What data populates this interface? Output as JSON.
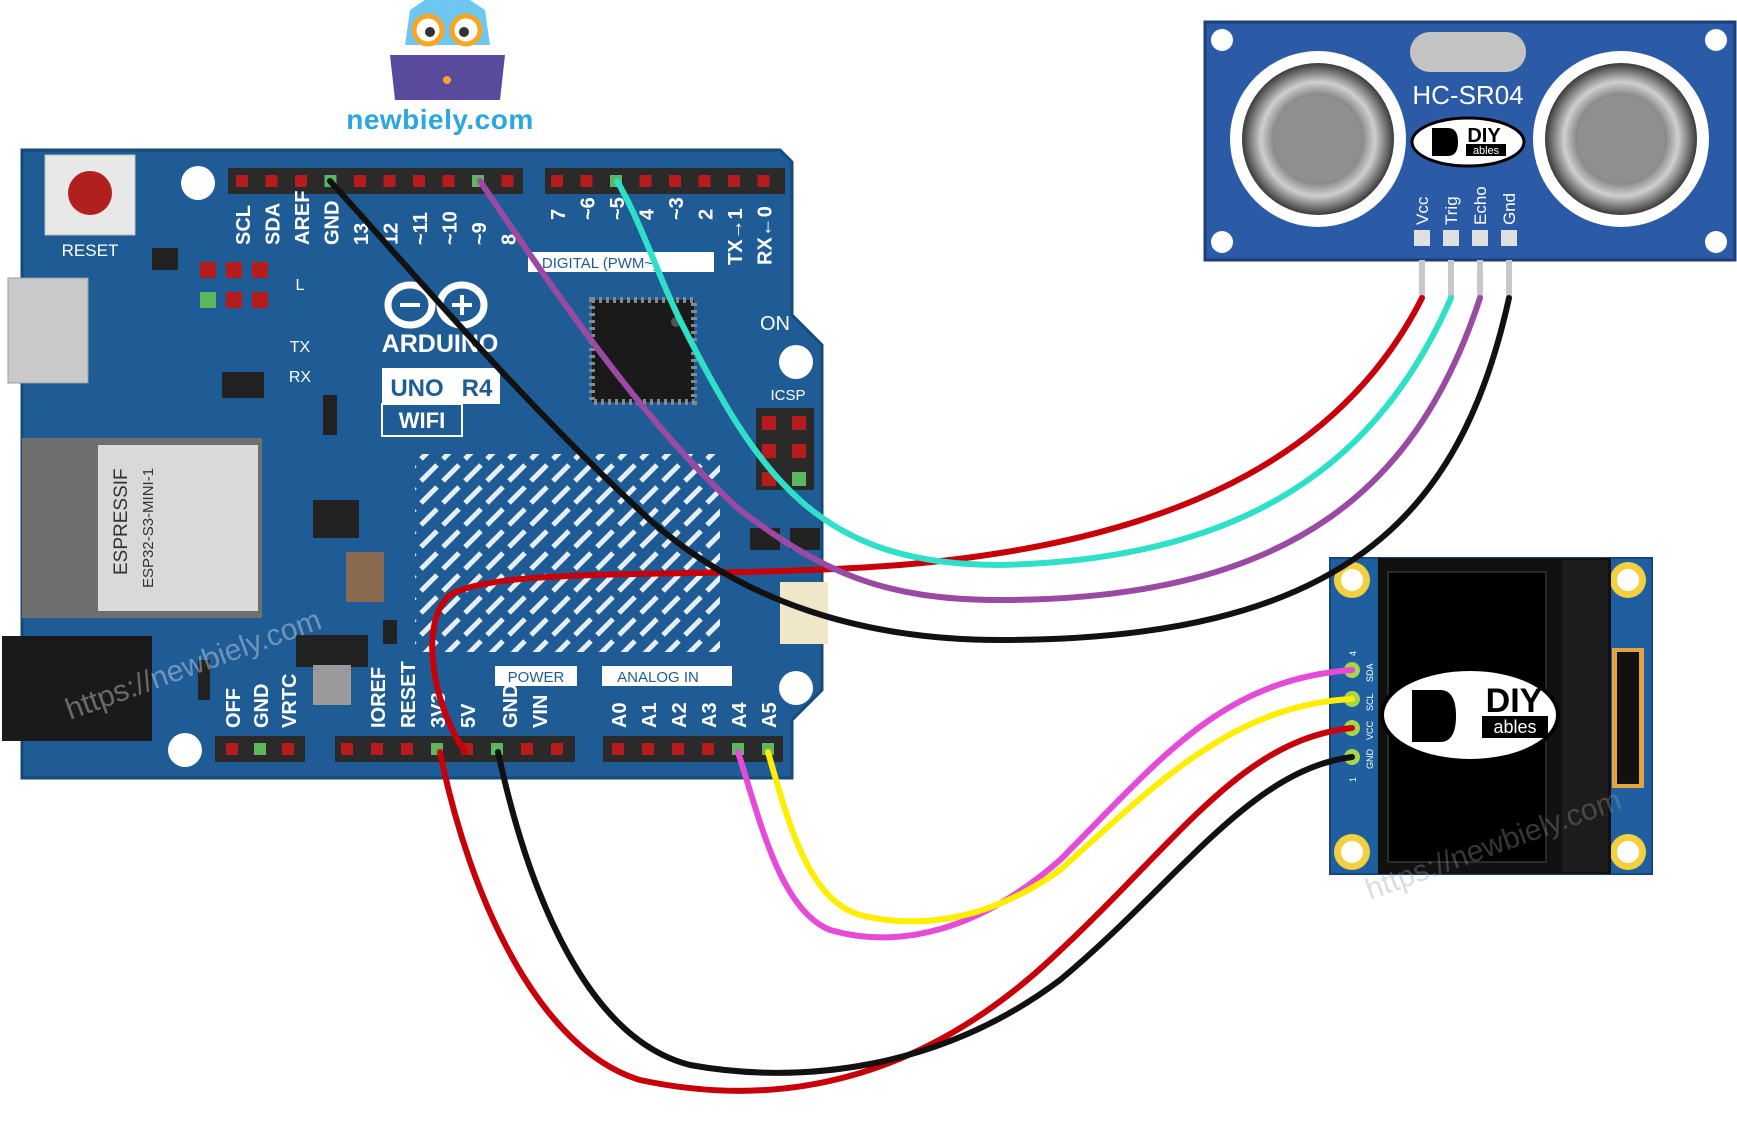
{
  "brand": {
    "site": "newbiely.com",
    "watermark": "https://newbiely.com"
  },
  "arduino": {
    "name": "ARDUINO",
    "model": "UNO",
    "revision": "R4",
    "variant": "WIFI",
    "reset_label": "RESET",
    "on_label": "ON",
    "digital_label": "DIGITAL (PWM~)",
    "power_label": "POWER",
    "analog_label": "ANALOG IN",
    "icsp_label": "ICSP",
    "led_labels": [
      "L",
      "TX",
      "RX"
    ],
    "module_brand": "ESPRESSIF",
    "module_name": "ESP32-S3-MINI-1",
    "top_left_header": [
      "SCL",
      "SDA",
      "AREF",
      "GND",
      "13",
      "12",
      "~11",
      "~10",
      "~9",
      "8"
    ],
    "top_right_header": [
      "7",
      "~6",
      "~5",
      "4",
      "~3",
      "2",
      "TX→1",
      "RX←0"
    ],
    "power_header": [
      "IOREF",
      "RESET",
      "3V3",
      "5V",
      "GND",
      "VIN"
    ],
    "analog_header": [
      "A0",
      "A1",
      "A2",
      "A3",
      "A4",
      "A5"
    ],
    "side_header": [
      "OFF",
      "GND",
      "VRTC"
    ]
  },
  "hc_sr04": {
    "name": "HC-SR04",
    "logo_main": "DIY",
    "logo_sub": "ables",
    "pins": [
      "Vcc",
      "Trig",
      "Echo",
      "Gnd"
    ]
  },
  "oled": {
    "logo_main": "DIY",
    "logo_sub": "ables",
    "pins": [
      "SDA",
      "SCL",
      "VCC",
      "GND"
    ],
    "pin_index_top": "4",
    "pin_index_bottom": "1"
  },
  "colors": {
    "board": "#1f5c96",
    "board_edge": "#174a7c",
    "sensor_board": "#2b5ba6",
    "oled_pcb": "#1f5fa0",
    "wire_red": "#c8000a",
    "wire_black": "#111111",
    "wire_cyan": "#2fe0c8",
    "wire_purple": "#9b4aa3",
    "wire_magenta": "#e54bd8",
    "wire_yellow": "#ffee00"
  }
}
